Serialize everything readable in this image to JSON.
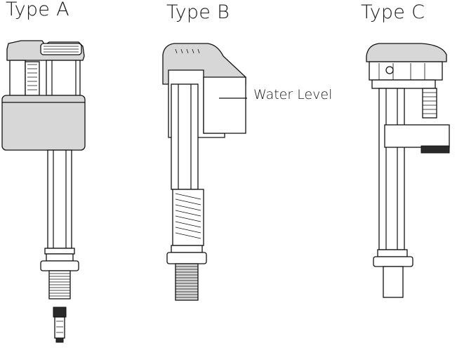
{
  "labels": {
    "type_a": "Type A",
    "type_b": "Type B",
    "type_c": "Type C",
    "water_level": "Water Level"
  },
  "colors": {
    "ink": "#111111",
    "shade": "#d7d7d7",
    "dark": "#2a2a2a",
    "background": "#ffffff"
  }
}
